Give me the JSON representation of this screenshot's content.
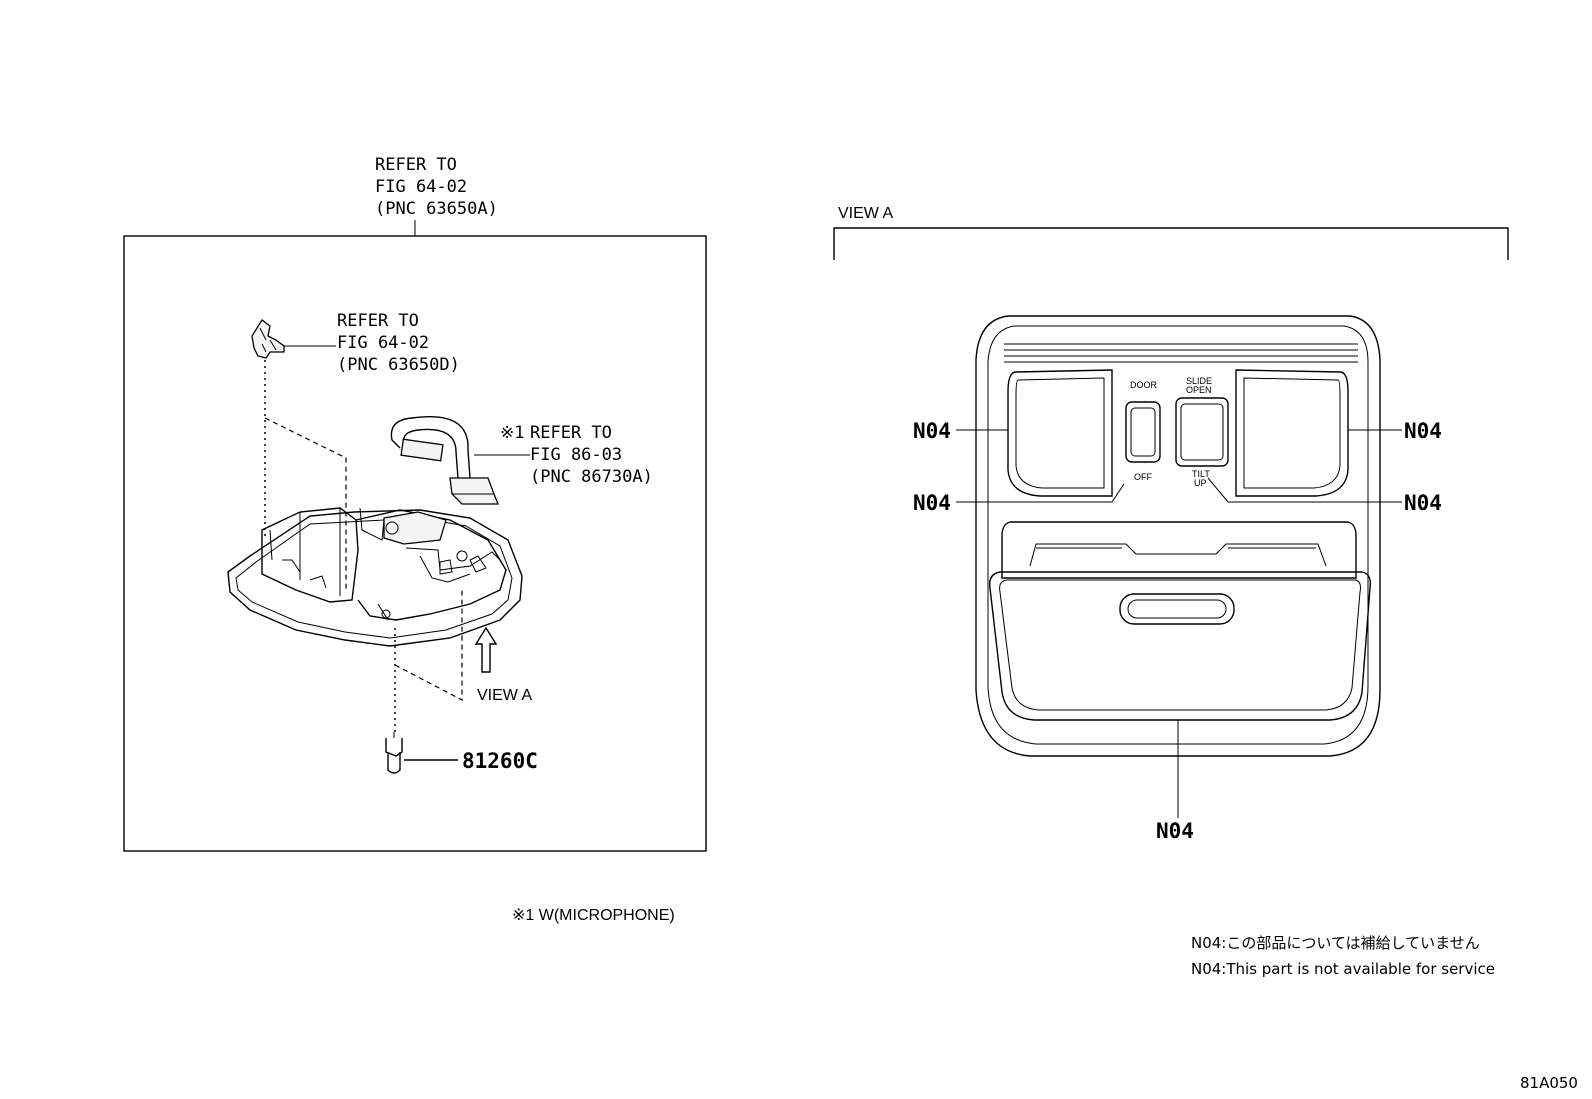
{
  "refer_main": {
    "line1": "REFER TO",
    "line2": "FIG 64-02",
    "line3": "(PNC 63650A)"
  },
  "refer_clip": {
    "line1": "REFER TO",
    "line2": "FIG 64-02",
    "line3": "(PNC 63650D)"
  },
  "refer_wire": {
    "mark": "※1",
    "line1": "REFER TO",
    "line2": "FIG 86-03",
    "line3": "(PNC 86730A)"
  },
  "view_arrow_label": "VIEW A",
  "part_bulb": "81260C",
  "view_a_title": "VIEW A",
  "switch_labels": {
    "door": "DOOR",
    "off": "OFF",
    "slide_open_1": "SLIDE",
    "slide_open_2": "OPEN",
    "tilt_up_1": "TILT",
    "tilt_up_2": "UP"
  },
  "callouts": {
    "left_lamp": "N04",
    "right_lamp": "N04",
    "off_switch": "N04",
    "tilt_switch": "N04",
    "bottom_cover": "N04"
  },
  "footnote": "※1  W(MICROPHONE)",
  "legend_ja": "N04:この部品については補給していません",
  "legend_en": "N04:This part is not available for service",
  "figure_code": "81A050"
}
